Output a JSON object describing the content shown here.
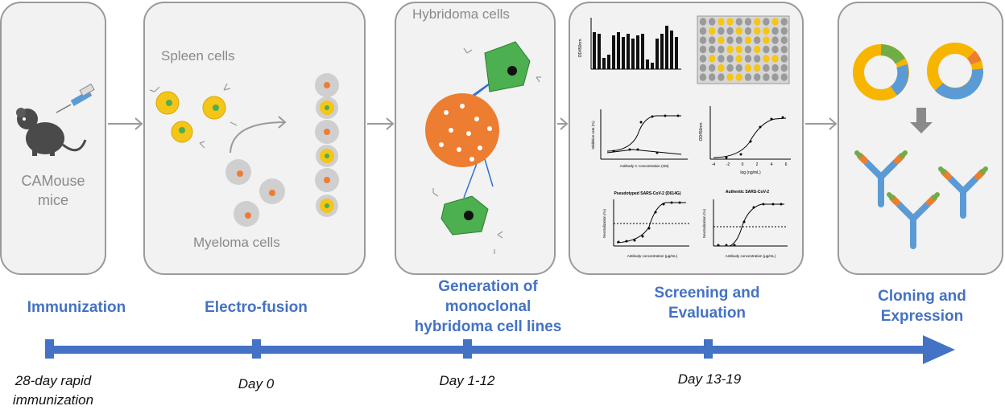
{
  "panels": {
    "immunization": {
      "mouse_label_line1": "CAMouse",
      "mouse_label_line2": "mice"
    },
    "fusion": {
      "spleen_label": "Spleen cells",
      "myeloma_label": "Myeloma cells"
    },
    "hybridoma": {
      "title": "Hybridoma cells"
    },
    "screening": {
      "bar_ylabel": "OD450nm",
      "curve1_xlabel": "Antibody C concentration (nM)",
      "curve1_ylabel": "Inhibition rate (%)",
      "curve2_ylabel": "OD450nm",
      "curve2_xlabel": "log (ng/mL)",
      "curve2_xticks": [
        "-4",
        "-2",
        "0",
        "2",
        "4",
        "6"
      ],
      "neut1_title": "Pseudotyped SARS-CoV-2 (D614G)",
      "neut2_title": "Authentic SARS-CoV-2",
      "neut_ylabel": "Neutralization (%)",
      "neut_xlabel": "Antibody concentration (μg/mL)"
    }
  },
  "stages": [
    {
      "lines": [
        "Immunization"
      ]
    },
    {
      "lines": [
        "Electro-fusion"
      ]
    },
    {
      "lines": [
        "Generation of",
        "monoclonal",
        "hybridoma cell lines"
      ]
    },
    {
      "lines": [
        "Screening and",
        "Evaluation"
      ]
    },
    {
      "lines": [
        "Cloning and",
        "Expression"
      ]
    }
  ],
  "days": [
    {
      "lines": [
        "28-day rapid",
        "immunization"
      ]
    },
    {
      "lines": [
        "Day 0"
      ]
    },
    {
      "lines": [
        "Day 1-12"
      ]
    },
    {
      "lines": [
        "Day 13-19"
      ]
    }
  ],
  "colors": {
    "timeline": "#4472c4",
    "stage_text": "#4472c4",
    "cell_yellow": "#f5c518",
    "cell_green": "#4caf50",
    "myeloma_orange": "#ed7d31",
    "ab_blue": "#5b9bd5",
    "ab_orange": "#ed7d31",
    "ab_green": "#70ad47",
    "plasmid_yellow": "#f7b500"
  }
}
